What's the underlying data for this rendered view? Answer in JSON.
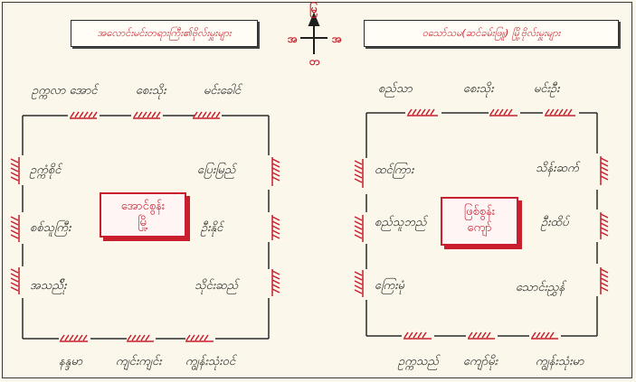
{
  "left_panel": {
    "title": "အလောင်းမင်းတရားကြီး၏ဗိုလ်းမှူးများ",
    "top_labels": [
      "ဥက္ကလာ အောင်",
      "စေးသိုး",
      "မင်းခေါင်"
    ],
    "bottom_labels": [
      "နန္ဒမာ",
      "ကျင်းကျင်း",
      "ကျွန်းသုံးဝင်"
    ],
    "left_labels": [
      "ဥက္ကံစိုင်",
      "စစ်သူကြီး",
      "အသည်ိုး"
    ],
    "right_labels": [
      "ပြေးမြည်",
      "ဦးနိုင်",
      "သိုင်းဆည်"
    ],
    "center": [
      "အောင်စွန်း",
      "မြို့"
    ]
  },
  "right_panel": {
    "title": "ဝသော်သမ(ဆင်ခမ်းဖြူ) မြို့ဗိုလ်းမှူးများ",
    "top_labels": [
      "စည်သာ",
      "စေးသိုး",
      "မင်းဦး"
    ],
    "bottom_labels": [
      "ဥက္ကသည်",
      "ကျော်မိုး",
      "ကျွန်းသုံးမာ"
    ],
    "left_labels": [
      "ထင်ကြား",
      "စည်သူဘည်",
      "ကြေးမုံ"
    ],
    "right_labels": [
      "သိန်းဆက်",
      "ဦးထိပ်",
      "သောင်းညွှန်"
    ],
    "center": [
      "ဖြစ်စွန်း",
      "ကျော်"
    ]
  },
  "compass": {
    "north": "မြ",
    "south": "တ",
    "east": "အ",
    "west": "အ"
  },
  "colors": {
    "accent": "#c81e2d",
    "ink": "#1f1f1f",
    "paper": "#fbf7ea"
  }
}
